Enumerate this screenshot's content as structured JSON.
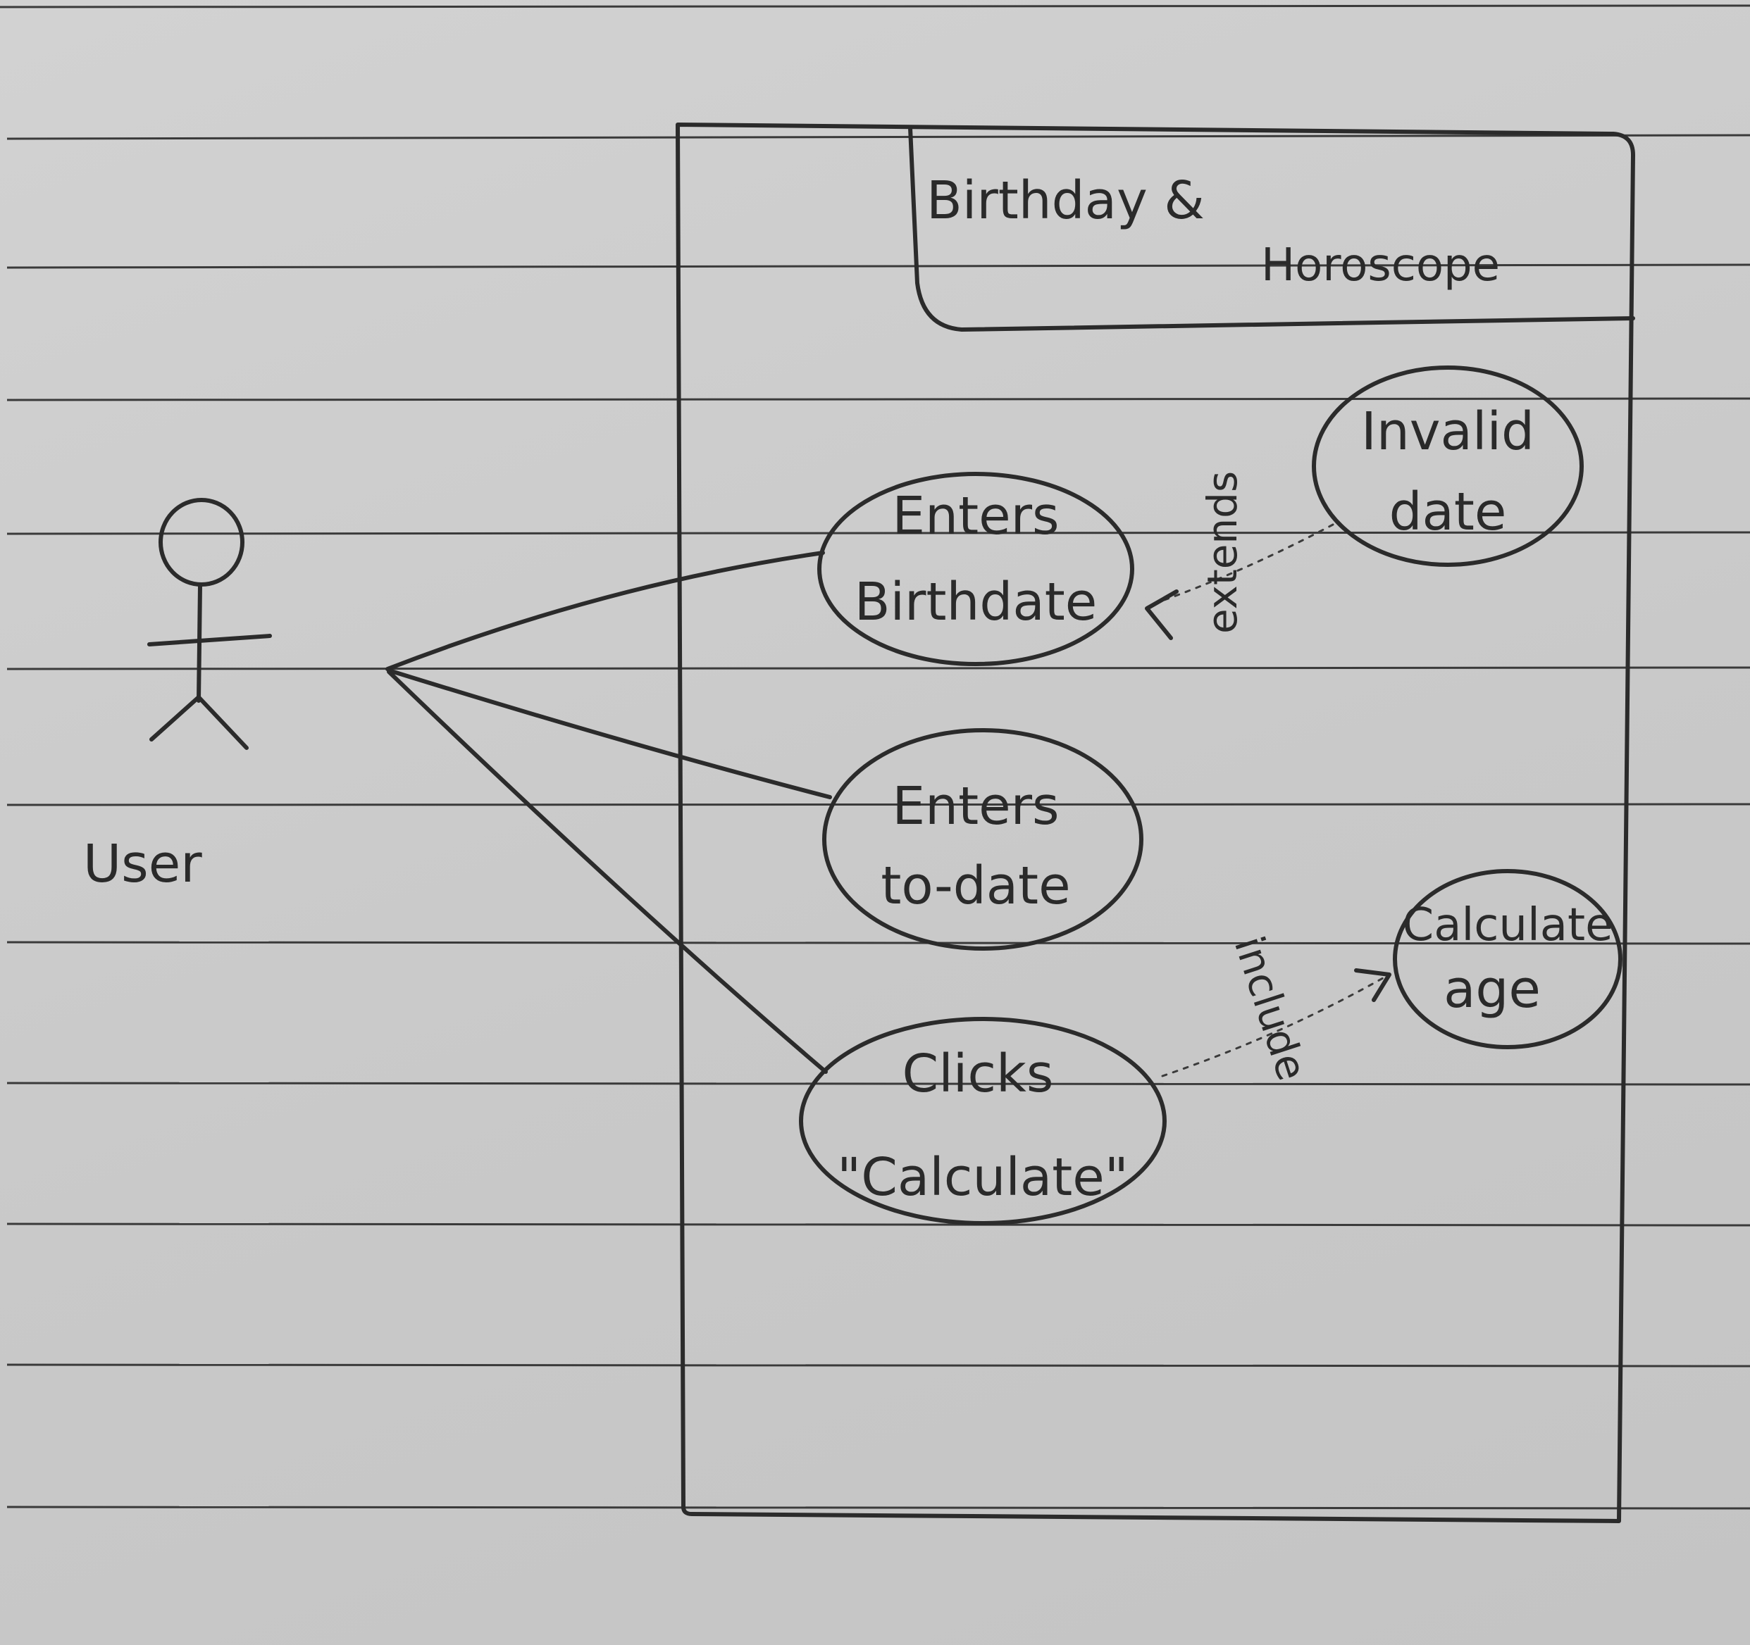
{
  "diagram": {
    "system_boundary": {
      "title_line1": "Birthday &",
      "title_line2": "Horoscope"
    },
    "actor": {
      "label": "User"
    },
    "use_cases": {
      "enters_birthdate": {
        "line1": "Enters",
        "line2": "Birthdate"
      },
      "enters_to_date": {
        "line1": "Enters",
        "line2": "to-date"
      },
      "clicks_calculate": {
        "line1": "Clicks",
        "line2": "\"Calculate\""
      },
      "invalid_date": {
        "line1": "Invalid",
        "line2": "date"
      },
      "calculate_age": {
        "line1": "Calculate",
        "line2": "age"
      }
    },
    "relations": {
      "extends_label": "extends",
      "include_label": "include"
    }
  },
  "colors": {
    "paper": "#cbcbcb",
    "ink": "#2b2b2b"
  }
}
